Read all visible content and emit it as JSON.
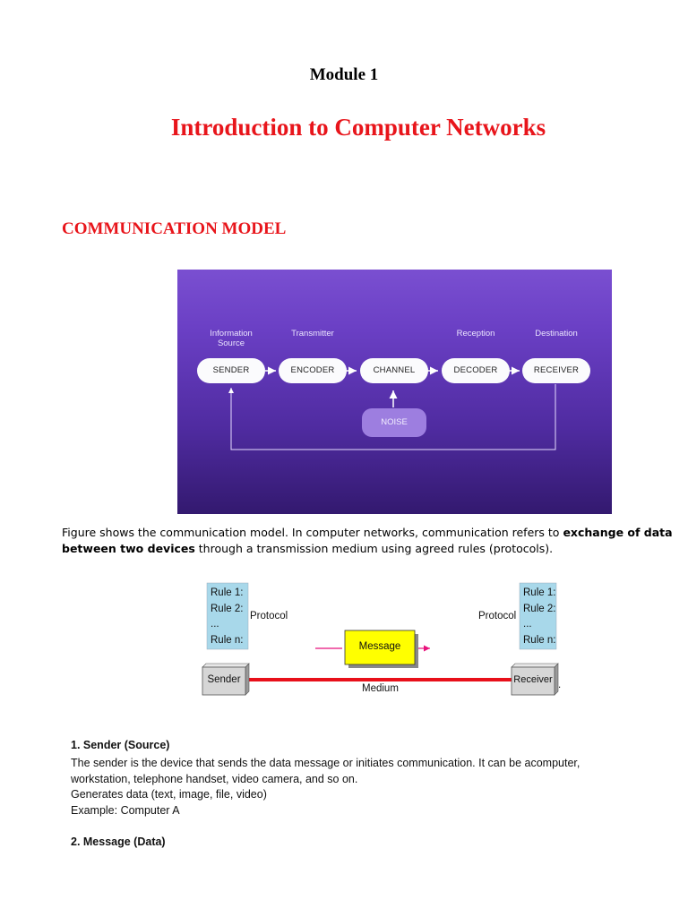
{
  "module_label": "Module 1",
  "title": "Introduction to Computer Networks",
  "section_heading": "COMMUNICATION MODEL",
  "figure1": {
    "stage_labels": [
      "Information\nSource",
      "Transmitter",
      "Reception",
      "Destination"
    ],
    "stages": [
      "SENDER",
      "ENCODER",
      "CHANNEL",
      "DECODER",
      "RECEIVER"
    ],
    "noise": "NOISE"
  },
  "intro": {
    "part1": "Figure shows the communication model. In computer networks, communication refers to ",
    "bold1": "exchange of data between two devices",
    "part2": " through a transmission medium using agreed rules (protocols)."
  },
  "figure2": {
    "rules": [
      "Rule 1:",
      "Rule 2:",
      "...",
      "Rule n:"
    ],
    "protocol_label": "Protocol",
    "message_label": "Message",
    "sender_label": "Sender",
    "receiver_label": "Receiver",
    "medium_label": "Medium",
    "period": "."
  },
  "sender_section": {
    "heading": "1. Sender (Source)",
    "line1": "The sender is the device that sends the data message or initiates communication. It can be acomputer,",
    "line2": "workstation, telephone handset, video camera, and so on.",
    "line3": "Generates data (text, image, file, video)",
    "line4": "Example: Computer A"
  },
  "message_section": {
    "heading": "2. Message (Data)"
  },
  "colors": {
    "heading_red": "#e8151b",
    "figure_purple": "#6a3fc4",
    "medium_red": "#e8101a",
    "message_yellow": "#ffff00",
    "rule_box_blue": "#a8d8ea"
  }
}
